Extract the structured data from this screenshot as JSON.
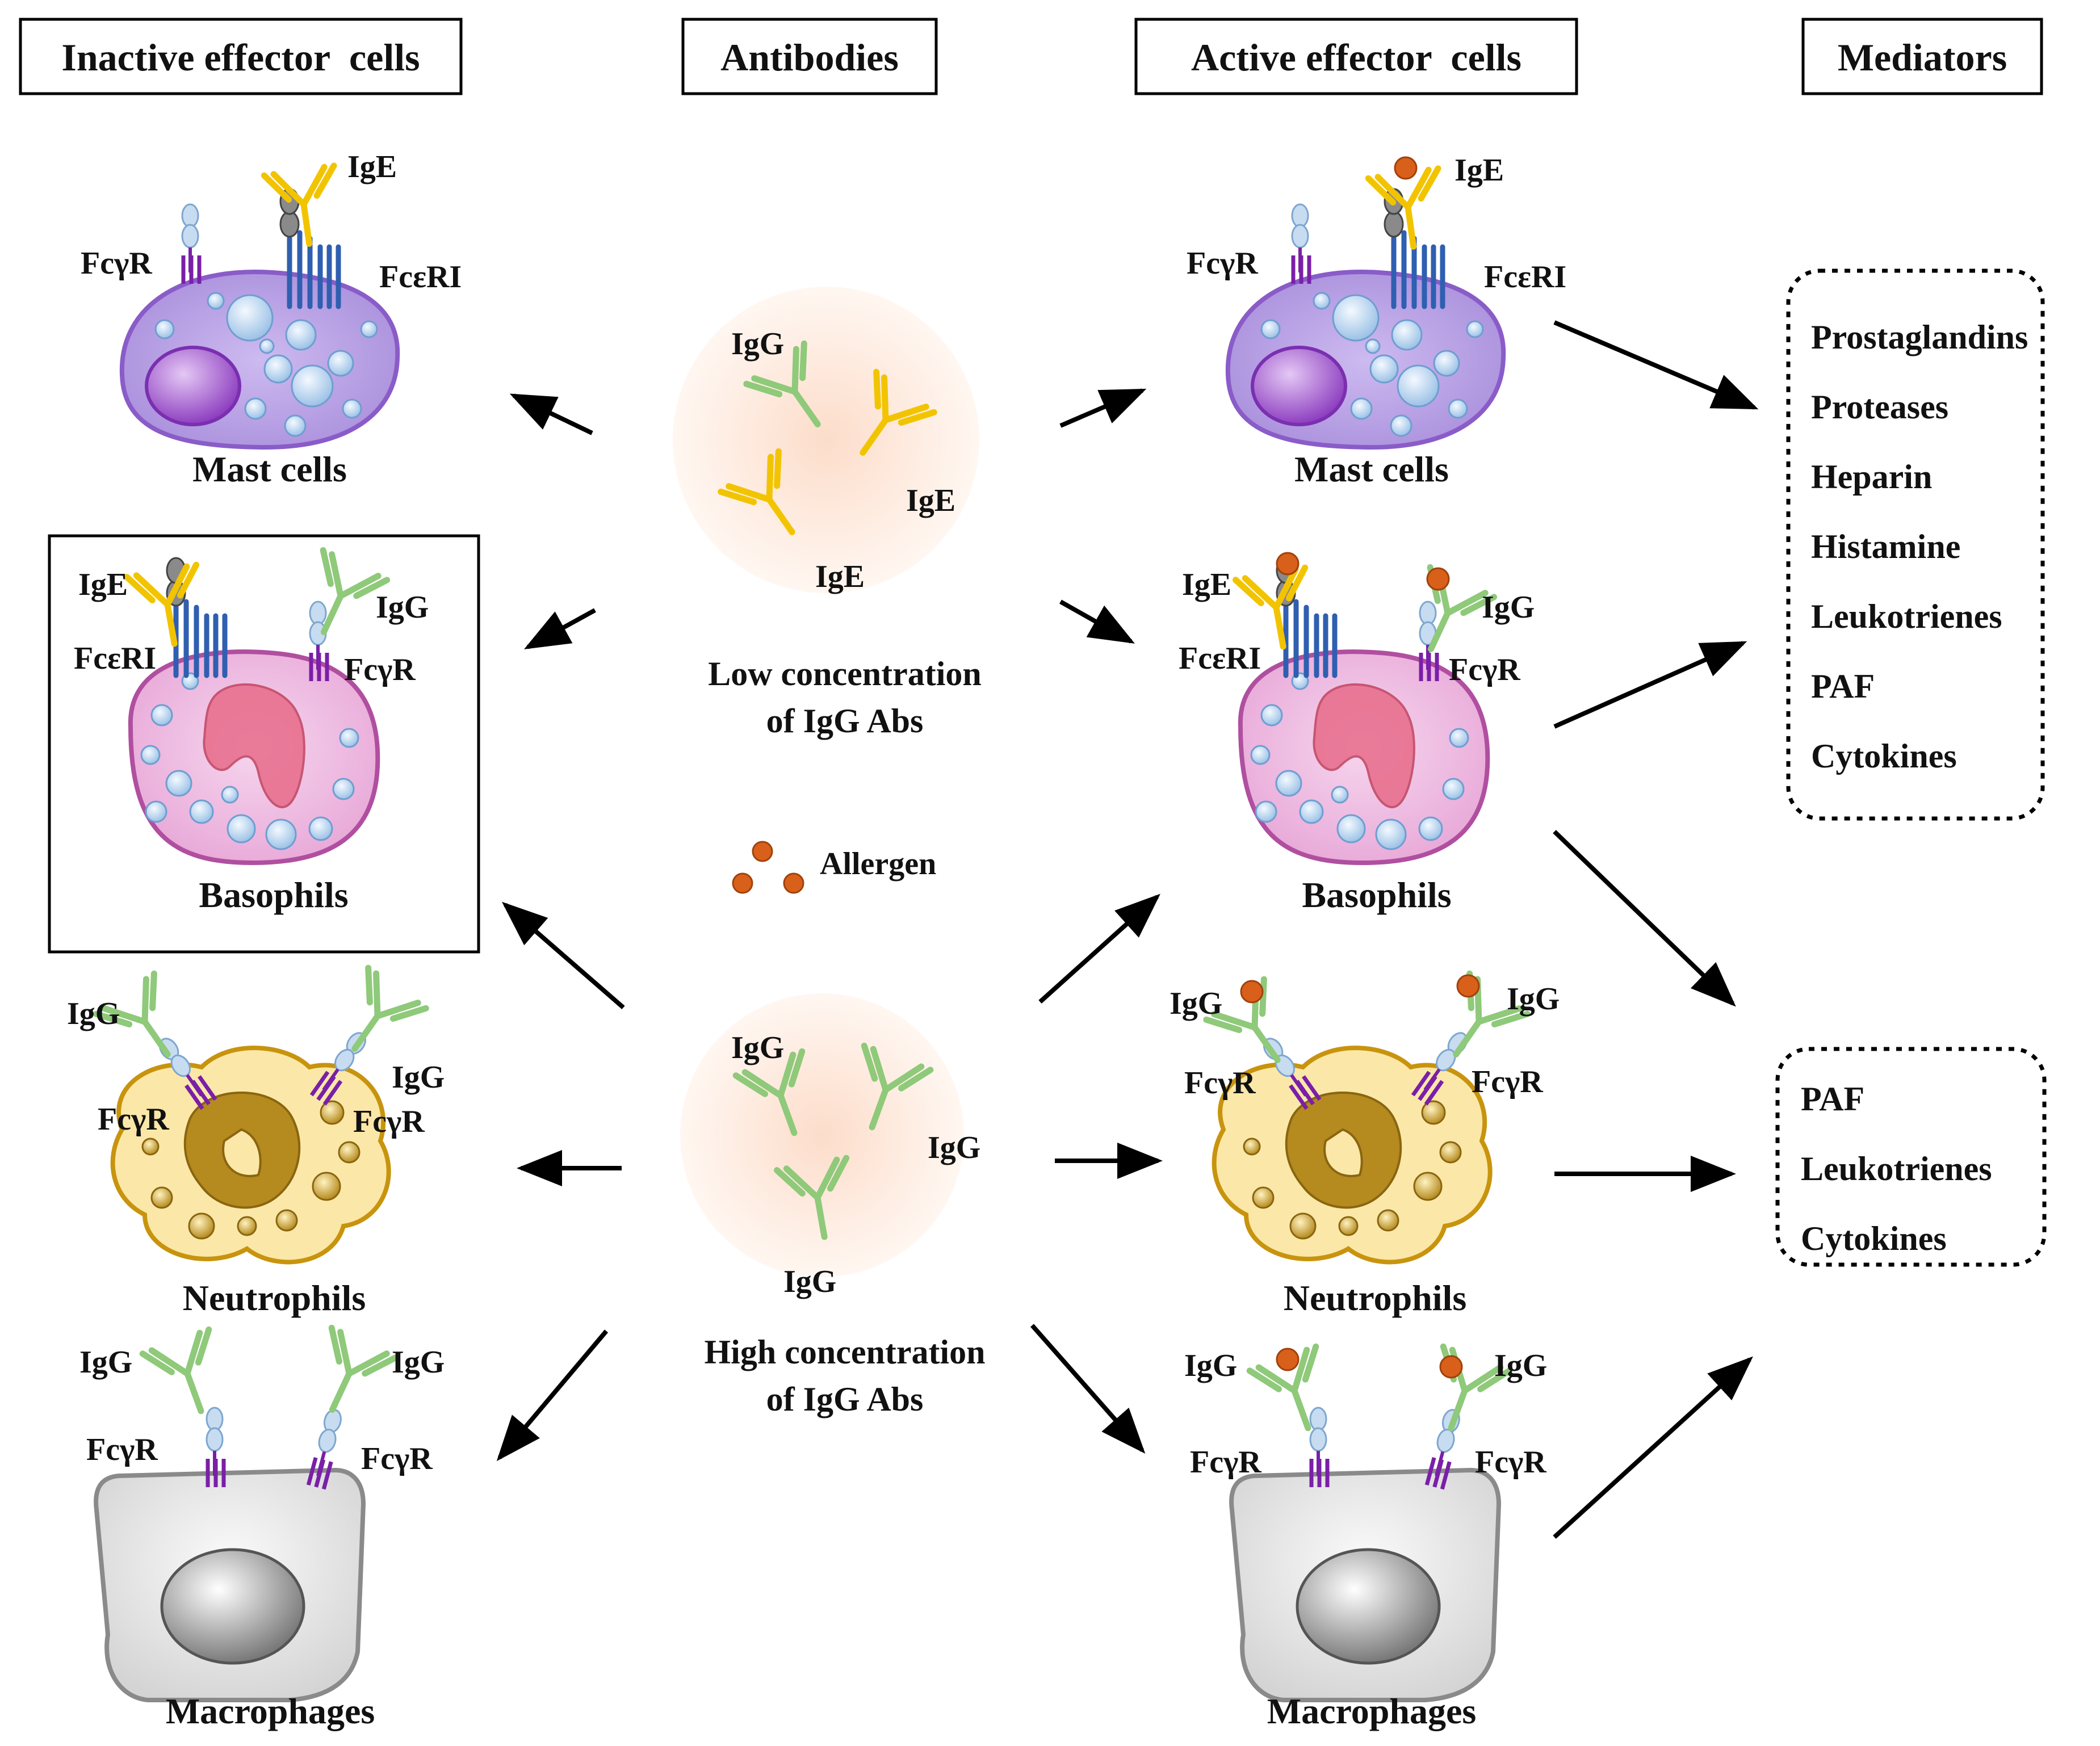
{
  "headers": {
    "inactive": "Inactive effector  cells",
    "antibodies": "Antibodies",
    "active": "Active effector  cells",
    "mediators": "Mediators"
  },
  "labels": {
    "IgE": "IgE",
    "IgG": "IgG",
    "FcgR": "FcγR",
    "FceRI": "FcεRI"
  },
  "cells": {
    "mast": "Mast cells",
    "basophils": "Basophils",
    "neutrophils": "Neutrophils",
    "macrophages": "Macrophages"
  },
  "antibodies": {
    "low_line1": "Low concentration",
    "low_line2": "of IgG Abs",
    "high_line1": "High concentration",
    "high_line2": "of IgG Abs",
    "allergen": "Allergen"
  },
  "mediators_group1": [
    "Prostaglandins",
    "Proteases",
    "Heparin",
    "Histamine",
    "Leukotrienes",
    "PAF",
    "Cytokines"
  ],
  "mediators_group2": [
    "PAF",
    "Leukotrienes",
    "Cytokines"
  ],
  "colors": {
    "ige": "#f2c400",
    "igg": "#8fc97a",
    "fcgr": "#7a1fa8",
    "fceri": "#2f5fb0",
    "receptor_bead": "#c7dcf0",
    "allergen": "#d9601a",
    "mast_cell": "#b9a3e6",
    "basophil": "#f0c4e6",
    "neutrophil": "#fbe8a8",
    "macrophage": "#e6e6e6"
  }
}
